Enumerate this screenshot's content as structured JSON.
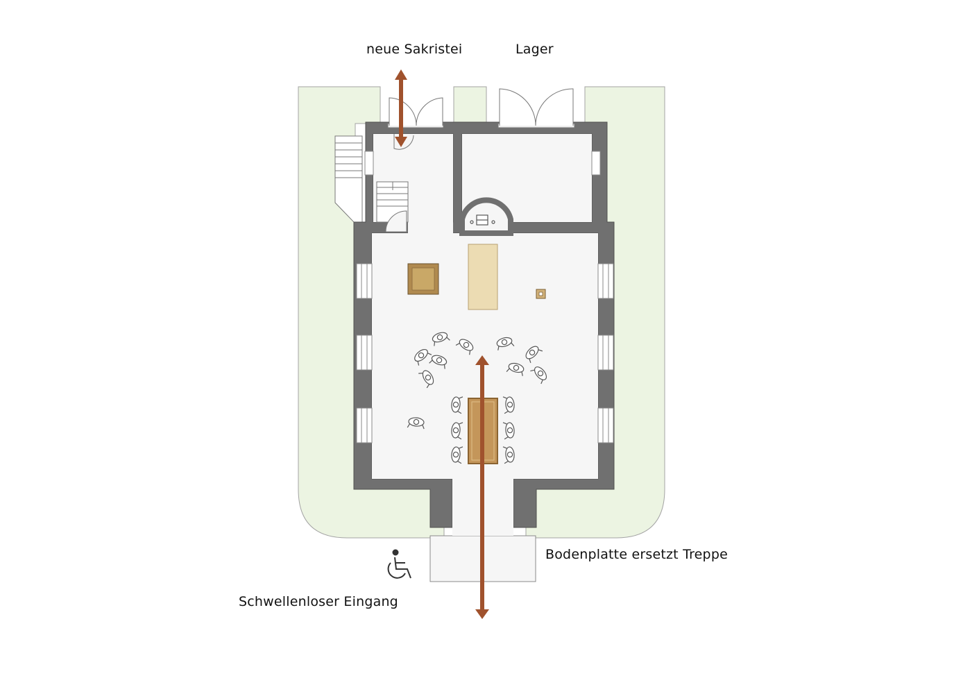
{
  "labels": {
    "new_sacristy": "neue Sakristei",
    "storage": "Lager",
    "floor_slab": "Bodenplatte ersetzt Treppe",
    "barrier_free_entrance": "Schwellenloser Eingang"
  },
  "colors": {
    "lawn": "#ecf4e2",
    "lawn_edge": "#a3a3a3",
    "wall": "#707070",
    "wall_edge": "#4f4f4f",
    "floor": "#f6f6f6",
    "line": "#6a6a6a",
    "arrow": "#a0522d",
    "table": "#c4965a",
    "altar_light": "#ecdcb3",
    "ambo": "#c9a867"
  },
  "icons": {
    "accessibility": "wheelchair-icon",
    "direction": "double-arrow-icon"
  }
}
